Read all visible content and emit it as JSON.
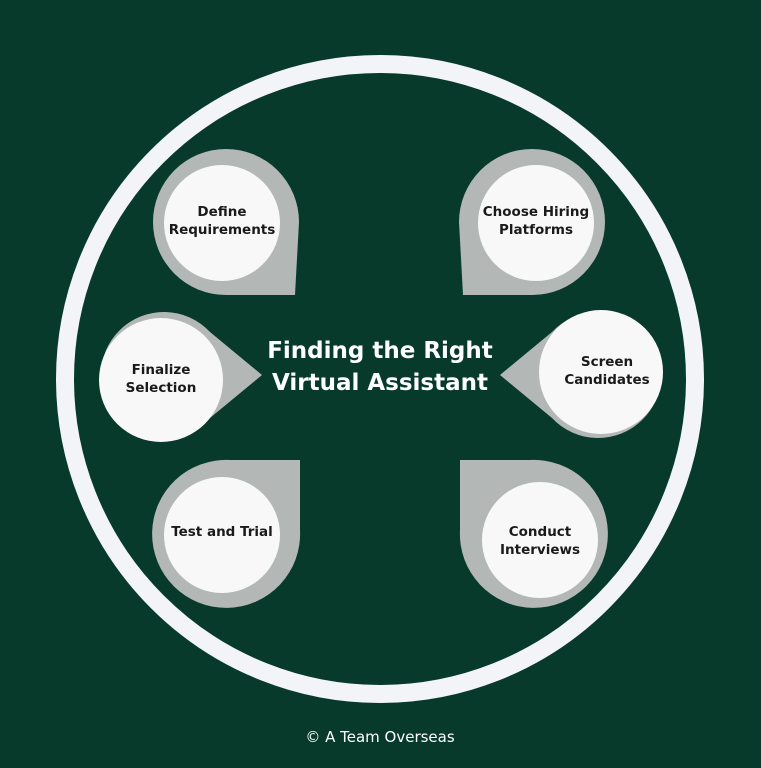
{
  "title": {
    "line1": "Finding the Right",
    "line2": "Virtual Assistant"
  },
  "steps": [
    {
      "line1": "Define",
      "line2": "Requirements"
    },
    {
      "line1": "Choose Hiring",
      "line2": "Platforms"
    },
    {
      "line1": "Finalize",
      "line2": "Selection"
    },
    {
      "line1": "Screen",
      "line2": "Candidates"
    },
    {
      "line1": "Test and Trial",
      "line2": ""
    },
    {
      "line1": "Conduct",
      "line2": "Interviews"
    }
  ],
  "footer": "© A Team Overseas",
  "colors": {
    "background": "#073a2b",
    "ring": "#f3f4f8",
    "petal": "#b3b8b6",
    "node": "#f8f8f8",
    "node_text": "#1a1a1a",
    "title_text": "#ffffff"
  }
}
